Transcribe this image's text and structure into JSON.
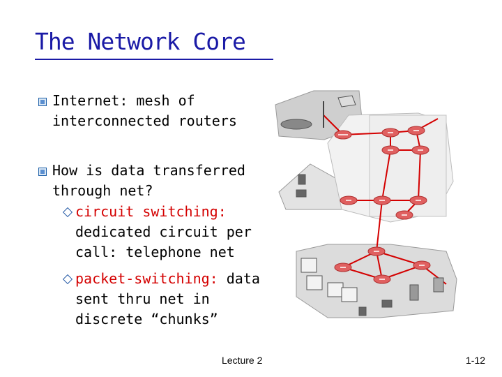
{
  "title": "The Network Core",
  "bullets": [
    {
      "line1": "Internet: mesh of",
      "line2": "interconnected routers"
    },
    {
      "line1": "How is data transferred",
      "line2": "through net?"
    }
  ],
  "sub_bullets": [
    {
      "highlight": "circuit switching:",
      "rest_lines": [
        "dedicated circuit per",
        "call: telephone net"
      ]
    },
    {
      "highlight": "packet-switching:",
      "rest_tail": " data",
      "rest_lines": [
        "sent thru net in",
        "discrete “chunks”"
      ]
    }
  ],
  "footer": {
    "lecture": "Lecture 2",
    "page": "1-12"
  },
  "colors": {
    "title": "#1a1aa6",
    "link": "#d40000",
    "router": "#e06060"
  }
}
